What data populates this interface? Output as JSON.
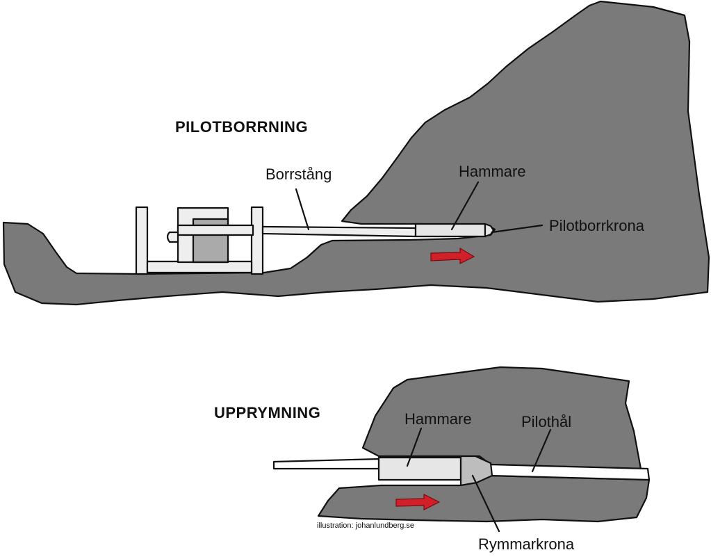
{
  "sections": {
    "top": {
      "title": "PILOTBORRNING",
      "labels": {
        "rod": "Borrstång",
        "hammer": "Hammare",
        "bit": "Pilotborrkrona"
      }
    },
    "bottom": {
      "title": "UPPRYMNING",
      "labels": {
        "hammer": "Hammare",
        "hole": "Pilothål",
        "reamer": "Rymmarkrona"
      }
    }
  },
  "credit": "illustration: johanlundberg.se",
  "colors": {
    "rock": "#7a7a7a",
    "ink": "#111111",
    "equipment": "#eeeeee",
    "arrow": "#d0202a"
  }
}
